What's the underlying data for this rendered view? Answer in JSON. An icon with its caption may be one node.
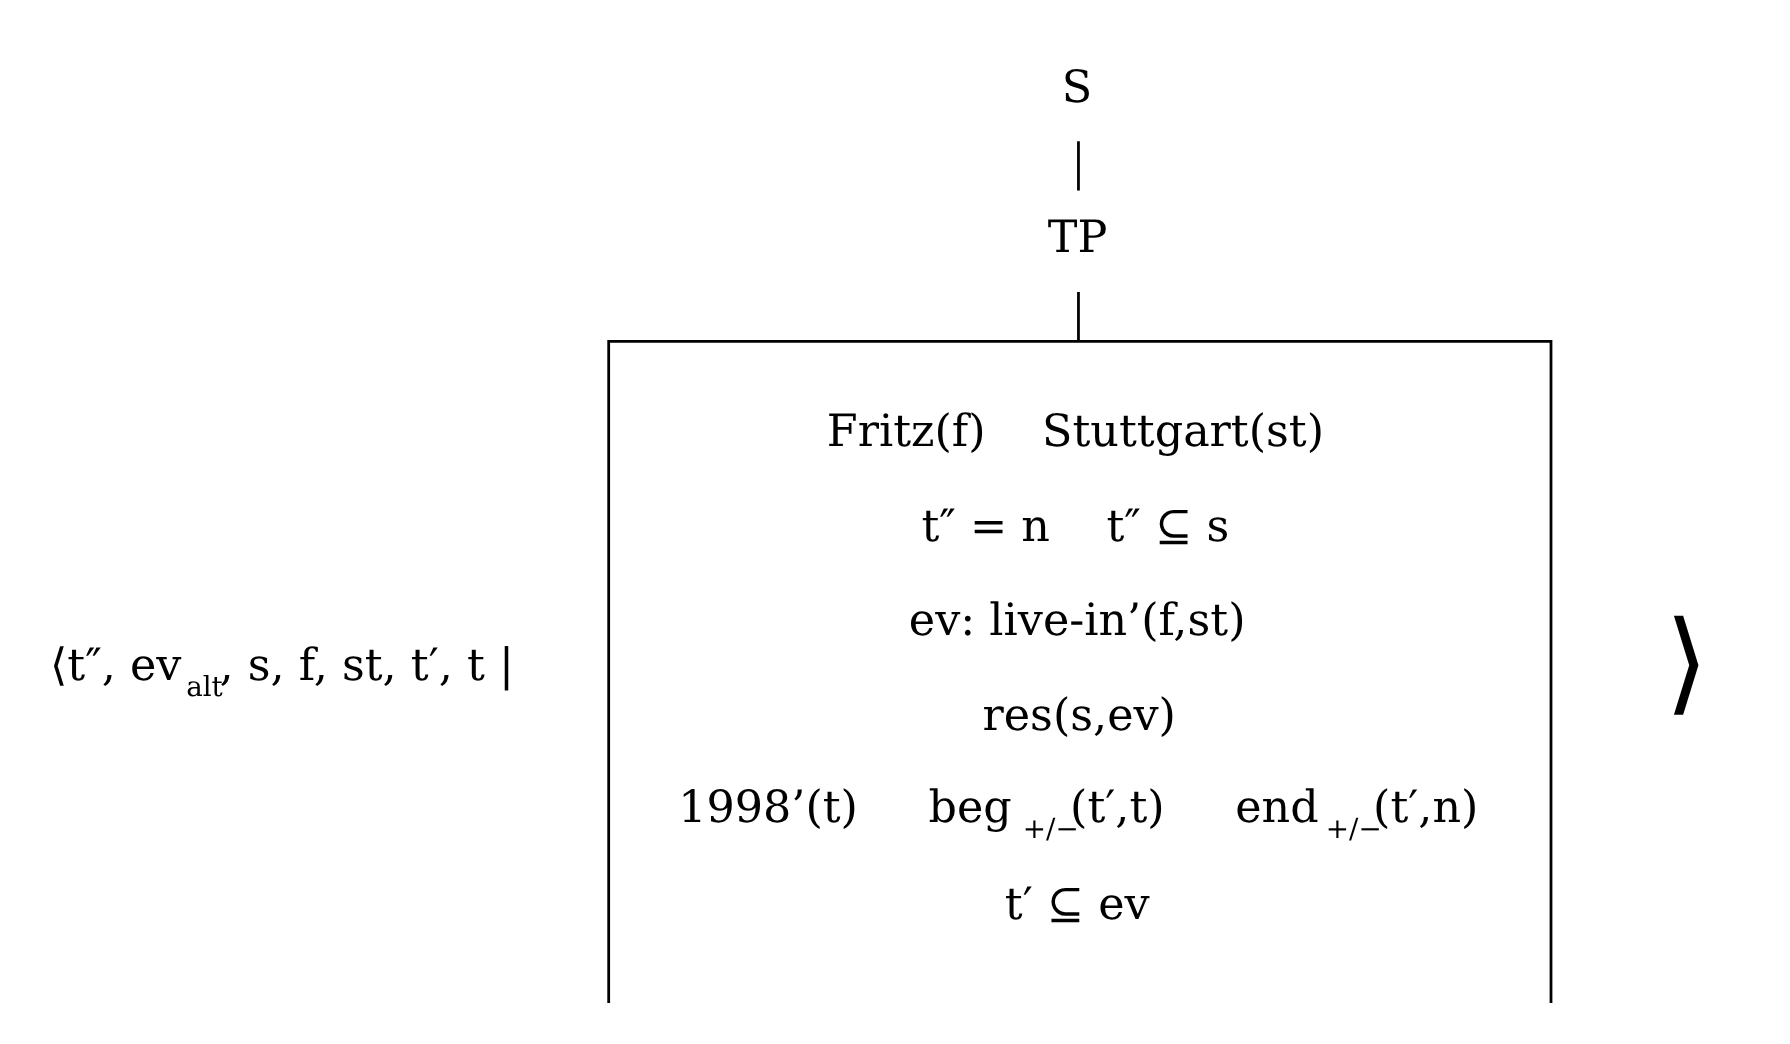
{
  "diagram": {
    "nodes": [
      {
        "text": [
          "S"
        ]
      },
      {
        "text": [
          "TP"
        ]
      },
      {
        "text": [
          "Fritz(f)    Stuttgart(st)",
          "t″ = n    t″ ⊆ s",
          "ev: live-in’(f,st)",
          "res(s,ev)",
          "1998’(t)     beg$_{+/−}$(t′,t)     end$_{+/−}$(t′,n)",
          "t′ ⊆ ev"
        ]
      }
    ],
    "labels": [
      "⟨t″, ev$_{alt}$, s, f, st, t′, t |",
      "⟩"
    ],
    "edges": [
      {
        "from": 0,
        "to": 1,
        "arrow": "none"
      },
      {
        "from": 1,
        "to": 2,
        "arrow": "none"
      }
    ]
  }
}
